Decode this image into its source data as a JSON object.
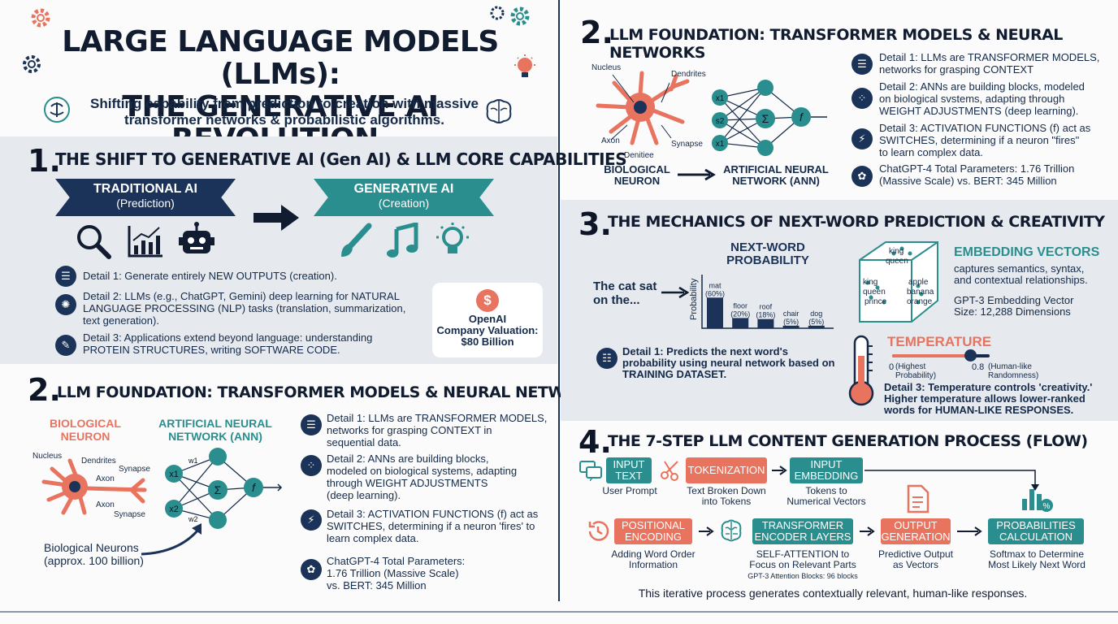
{
  "header": {
    "title_line1": "LARGE LANGUAGE MODELS (LLMs):",
    "title_line2": "THE GENERATIVE AI REVOLUTION.",
    "subtitle_line1": "Shifting capability from prediction to creation with massive",
    "subtitle_line2": "transformer networks & probabilistic algorithms."
  },
  "section1": {
    "number": "1.",
    "title": "THE SHIFT TO GENERATIVE AI (Gen AI) & LLM CORE CAPABILITIES",
    "traditional_label": "TRADITIONAL AI",
    "traditional_sub": "(Prediction)",
    "generative_label": "GENERATIVE AI",
    "generative_sub": "(Creation)",
    "details": [
      "Detail 1: Generate entirely NEW OUTPUTS (creation).",
      "Detail 2: LLMs (e.g., ChatGPT, Gemini) deep learning for NATURAL",
      "LANGUAGE PROCESSING (NLP) tasks (translation, summarization,",
      "text generation).",
      "Detail 3: Applications extend beyond language: understanding",
      "PROTEIN STRUCTURES, writing SOFTWARE CODE."
    ],
    "valuation": {
      "line1": "OpenAI",
      "line2": "Company Valuation:",
      "line3": "$80 Billion"
    }
  },
  "section2_left": {
    "number": "2.",
    "title": "LLM FOUNDATION: TRANSFORMER MODELS & NEURAL NETWORKS",
    "bio_label1": "BIOLOGICAL",
    "bio_label2": "NEURON",
    "ann_label1": "ARTIFICIAL NEURAL",
    "ann_label2": "NETWORK (ANN)",
    "neuron_parts": [
      "Nucleus",
      "Dendrites",
      "Axon",
      "Axon",
      "Synapse",
      "Synapse"
    ],
    "neurons_count_line1": "Biological Neurons",
    "neurons_count_line2": "(approx. 100 billion)",
    "details": [
      "Detail 1: LLMs are TRANSFORMER MODELS,",
      "networks for grasping CONTEXT in",
      "sequential data.",
      "Detail 2: ANNs are building blocks,",
      "modeled on biological systems, adapting",
      "through WEIGHT ADJUSTMENTS",
      "(deep learning).",
      "Detail 3: ACTIVATION FUNCTIONS (f) act as",
      "SWITCHES, determining if a neuron 'fires' to",
      "learn complex data.",
      "ChatGPT-4 Total Parameters:",
      "1.76 Trillion (Massive Scale)",
      "vs. BERT: 345 Million"
    ]
  },
  "section2_right": {
    "number": "2.",
    "title": "LLM FOUNDATION: TRANSFORMER MODELS & NEURAL NETWORKS",
    "neuron_parts": [
      "Nucleus",
      "Dendrites",
      "Axon",
      "Synapse",
      "Denitiee"
    ],
    "bio_label1": "BIOLOGICAL",
    "bio_label2": "NEURON",
    "ann_label1": "ARTIFICIAL NEURAL",
    "ann_label2": "NETWORK (ANN)",
    "details": [
      "Detail 1: LLMs are TRANSFORMER MODELS,",
      "networks for grasping CONTEXT",
      "Detail 2: ANNs are building blocks, modeled",
      "on biological svstems, adapting through",
      "WEIGHT ADJUSTMENTS (deep learning).",
      "Detail 3: ACTIVATION FUNCTIONS (f) act as",
      "SWITCHES, determining if a neuron \"fires\"",
      "to learn complex data.",
      "ChatGPT-4 Total Parameters: 1.76 Trillion",
      "(Massive Scale) vs. BERT: 345 Million"
    ]
  },
  "section3": {
    "number": "3.",
    "title": "THE MECHANICS OF NEXT-WORD PREDICTION & CREATIVITY",
    "prompt_line1": "The cat sat",
    "prompt_line2": "on the...",
    "detail1": [
      "Detail 1: Predicts the next word's",
      "probability using neural network based on",
      "TRAINING DATASET."
    ],
    "embedding": {
      "title": "EMBEDDING VECTORS",
      "desc1": "captures semantics, syntax,",
      "desc2": "and contextual relationships.",
      "gpt1": "GPT-3 Embedding Vector",
      "gpt2": "Size: 12,288 Dimensions",
      "words": [
        "king",
        "queen",
        "king",
        "queen",
        "prince",
        "apple",
        "banana",
        "orange"
      ]
    },
    "temperature": {
      "title": "TEMPERATURE",
      "min_value": "0",
      "min_label1": "(Highest",
      "min_label2": "Probability)",
      "max_value": "0.8",
      "max_label1": "(Human-like",
      "max_label2": "Randomness)",
      "detail1": "Detail 3: Temperature controls 'creativity.'",
      "detail2": "Higher temperature allows lower-ranked",
      "detail3": "words for HUMAN-LIKE RESPONSES."
    }
  },
  "chart_data": {
    "type": "bar",
    "title": "NEXT-WORD PROBABILITY",
    "title_line1": "NEXT-WORD",
    "title_line2": "PROBABILITY",
    "ylabel": "Probability",
    "categories": [
      "mat",
      "floor",
      "roof",
      "chair",
      "dog"
    ],
    "values": [
      60,
      20,
      18,
      5,
      5
    ],
    "value_labels": [
      "(60%)",
      "(20%)",
      "(18%)",
      "(5%)",
      "(5%)"
    ],
    "ylim": [
      0,
      70
    ],
    "grid": false,
    "bar_color": "#1b3358"
  },
  "section4": {
    "number": "4.",
    "title": "THE 7-STEP LLM CONTENT GENERATION PROCESS (FLOW)",
    "steps": [
      {
        "l1": "INPUT",
        "l2": "TEXT",
        "cap1": "User Prompt",
        "cap2": ""
      },
      {
        "l1": "TOKENIZATION",
        "l2": "",
        "cap1": "Text Broken Down",
        "cap2": "into Tokens"
      },
      {
        "l1": "INPUT",
        "l2": "EMBEDDING",
        "cap1": "Tokens to",
        "cap2": "Numerical Vectors"
      },
      {
        "l1": "POSITIONAL",
        "l2": "ENCODING",
        "cap1": "Adding Word Order",
        "cap2": "Information"
      },
      {
        "l1": "TRANSFORMER",
        "l2": "ENCODER LAYERS",
        "cap1": "SELF-ATTENTION to",
        "cap2": "Focus on Relevant Parts"
      },
      {
        "l1": "OUTPUT",
        "l2": "GENERATION",
        "cap1": "Predictive Output",
        "cap2": "as Vectors"
      },
      {
        "l1": "PROBABILITIES",
        "l2": "CALCULATION",
        "cap1": "Softmax to Determine",
        "cap2": "Most Likely Next Word"
      }
    ],
    "attention_note": "GPT-3 Attention Blocks: 96 blocks",
    "footer": "This iterative process generates contextually relevant, human-like responses."
  },
  "colors": {
    "navy": "#1b3358",
    "teal": "#2a8e8e",
    "coral": "#e8735e",
    "panel": "#e6e9ee"
  },
  "icons": [
    "gear-icon",
    "lightbulb-icon",
    "brain-icon",
    "magnifier-icon",
    "chart-icon",
    "robot-icon",
    "paintbrush-icon",
    "music-note-icon",
    "dollar-icon",
    "thermometer-icon",
    "chat-icon",
    "scissors-icon",
    "clock-icon",
    "document-icon"
  ]
}
